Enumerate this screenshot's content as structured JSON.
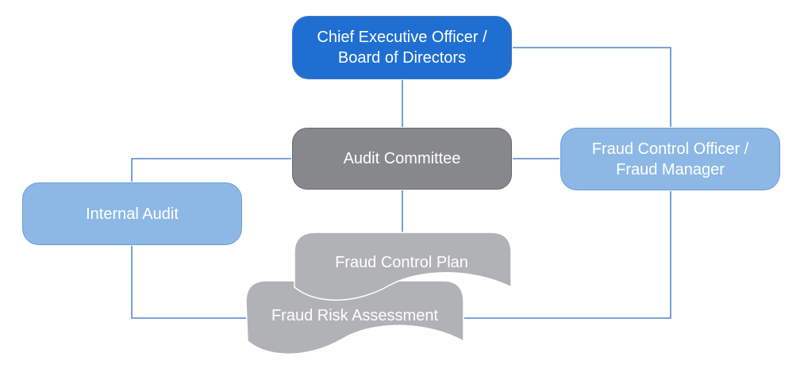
{
  "colors": {
    "ceo": "#1f6fd3",
    "audit_committee": "#87888b",
    "fraud_officer": "#8db8e6",
    "internal_audit": "#8db8e6",
    "documents": "#b1b2b5",
    "connector": "#2d6cc0"
  },
  "nodes": {
    "ceo": {
      "line1": "Chief Executive Officer /",
      "line2": "Board of Directors"
    },
    "audit_committee": {
      "label": "Audit Committee"
    },
    "fraud_officer": {
      "line1": "Fraud Control Officer /",
      "line2": "Fraud Manager"
    },
    "internal_audit": {
      "label": "Internal Audit"
    },
    "fraud_control_plan": {
      "label": "Fraud Control Plan"
    },
    "fraud_risk_assessment": {
      "label": "Fraud Risk Assessment"
    }
  }
}
